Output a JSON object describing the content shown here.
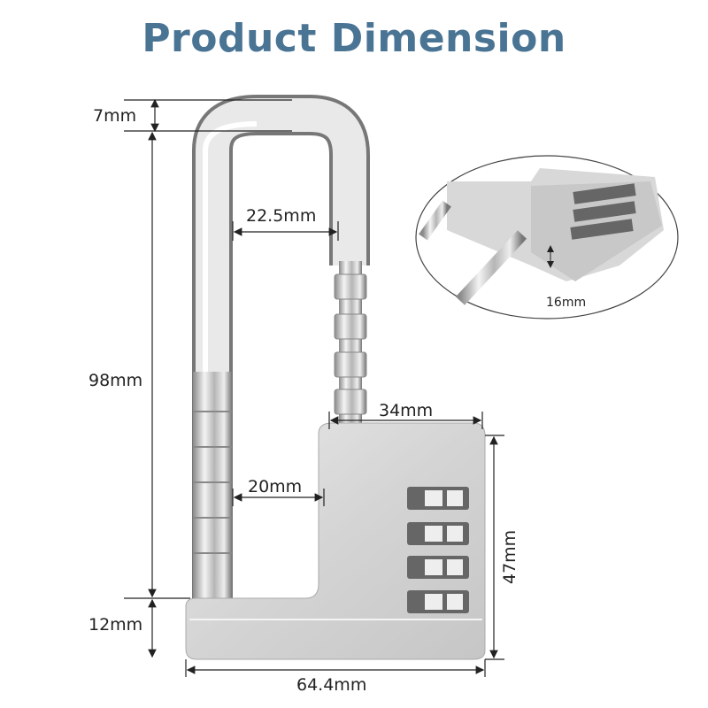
{
  "title": "Product Dimension",
  "dimensions": {
    "shackle_thickness": "7mm",
    "shackle_height": "98mm",
    "shackle_inner_width_top": "22.5mm",
    "shackle_inner_width_bottom": "20mm",
    "body_top_width": "34mm",
    "body_height": "47mm",
    "base_height": "12mm",
    "total_width": "64.4mm",
    "body_thickness": "16mm"
  },
  "colors": {
    "title": "#4a7494"
  }
}
